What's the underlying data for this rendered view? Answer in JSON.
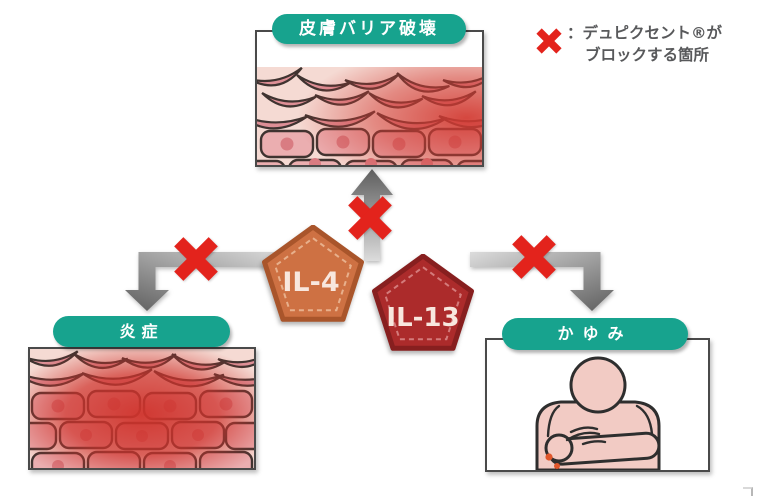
{
  "legend": {
    "line1": "：デュピクセント®が",
    "line2": "ブロックする箇所"
  },
  "nodes": {
    "barrier": "皮膚バリア破壊",
    "inflammation": "炎症",
    "itch": "かゆみ"
  },
  "cytokines": {
    "il4": "IL-4",
    "il13": "IL-13"
  },
  "colors": {
    "teal": "#17A38E",
    "x_red": "#E3231C",
    "il4_fill": "#CE7143",
    "il4_border": "#A9552B",
    "il13_fill": "#AC2B2B",
    "il13_border": "#871F1F",
    "arrow_dark": "#5E5E5E",
    "arrow_light": "#DCDCDC",
    "skin_background": "#F5DAD3",
    "skin_cell": "#DE8F96",
    "cell_outline": "#3F3330",
    "inflamed_red": "#D23A32",
    "body_skin": "#F2CBC4",
    "legend_text": "#58595B"
  }
}
